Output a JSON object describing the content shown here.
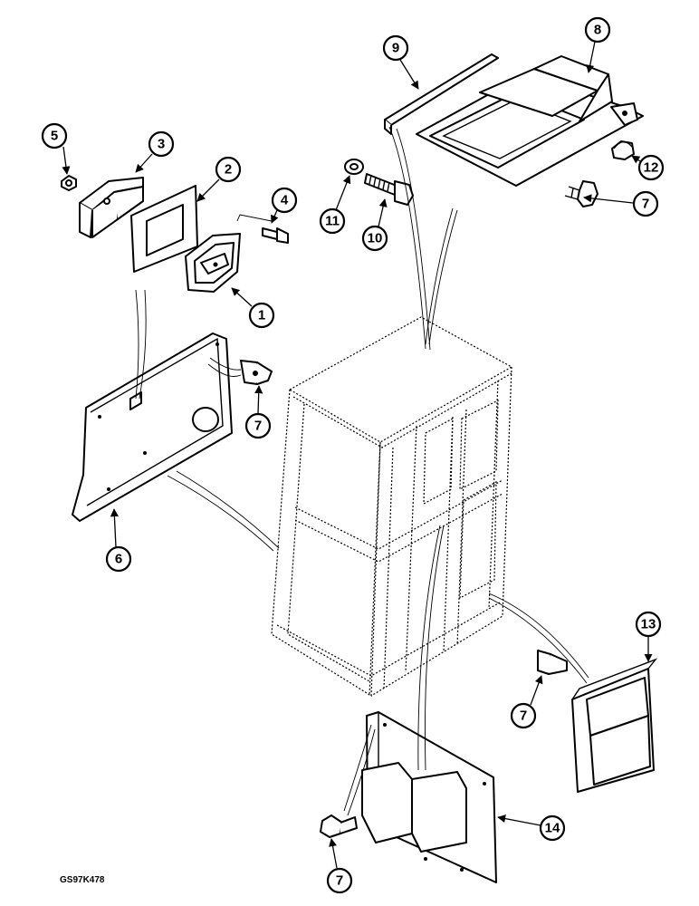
{
  "drawing_code": "GS97K478",
  "callouts": [
    {
      "label": "1"
    },
    {
      "label": "2"
    },
    {
      "label": "3"
    },
    {
      "label": "4"
    },
    {
      "label": "5"
    },
    {
      "label": "6"
    },
    {
      "label": "7"
    },
    {
      "label": "8"
    },
    {
      "label": "9"
    },
    {
      "label": "10"
    },
    {
      "label": "11"
    },
    {
      "label": "12"
    },
    {
      "label": "13"
    },
    {
      "label": "14"
    }
  ]
}
